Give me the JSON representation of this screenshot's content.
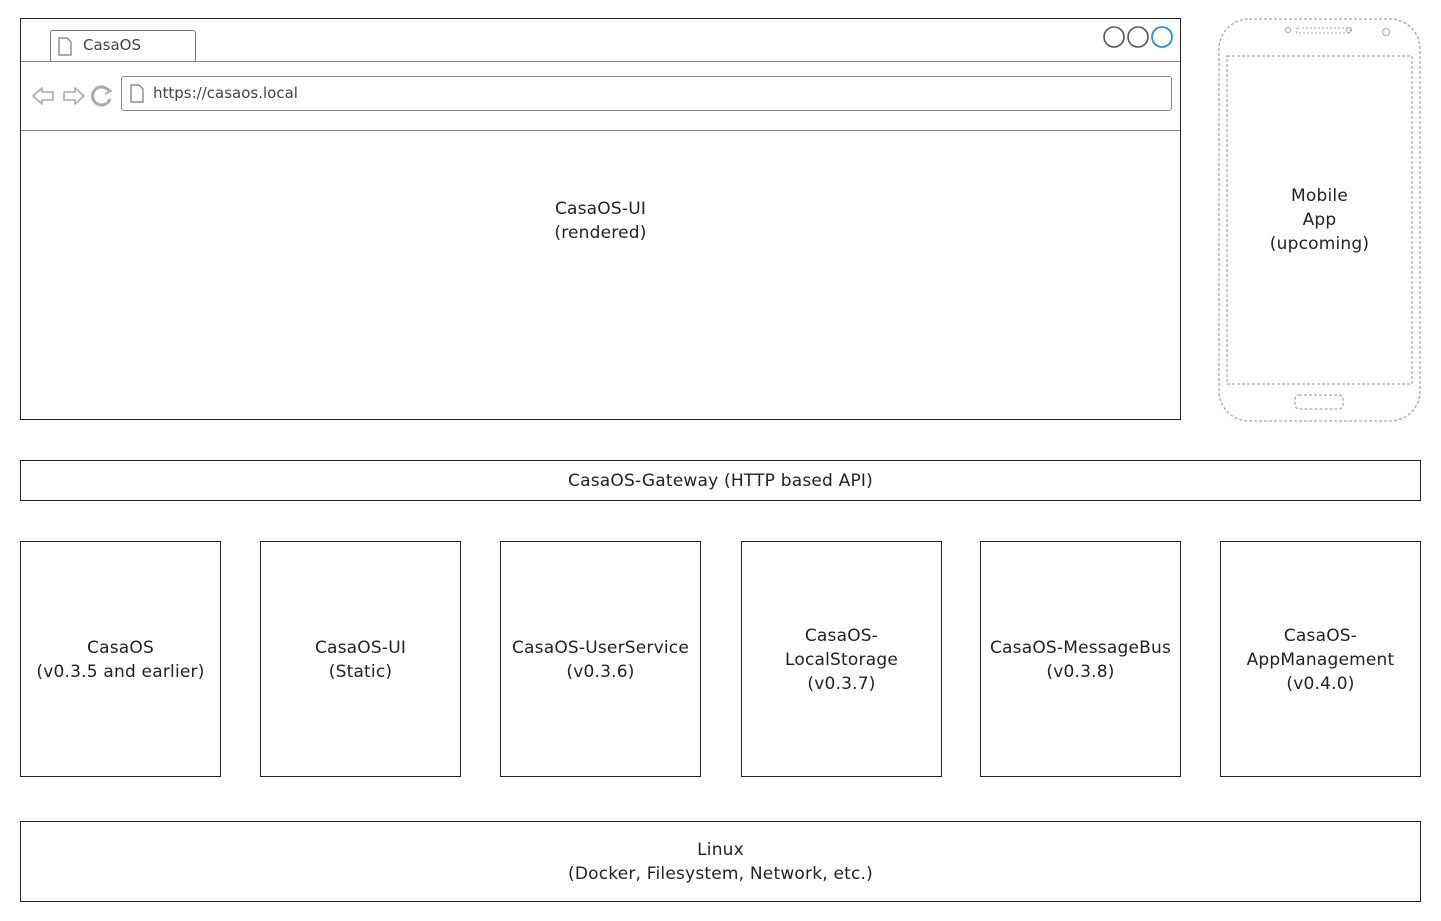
{
  "browser": {
    "tab_label": "CasaOS",
    "url": "https://casaos.local",
    "content_lines": [
      "CasaOS-UI",
      "(rendered)"
    ]
  },
  "mobile": {
    "lines": [
      "Mobile",
      "App",
      "(upcoming)"
    ]
  },
  "gateway": {
    "label": "CasaOS-Gateway (HTTP based API)"
  },
  "services": [
    {
      "lines": [
        "CasaOS",
        "(v0.3.5 and earlier)"
      ]
    },
    {
      "lines": [
        "CasaOS-UI",
        "(Static)"
      ]
    },
    {
      "lines": [
        "CasaOS-UserService",
        "(v0.3.6)"
      ]
    },
    {
      "lines": [
        "CasaOS-",
        "LocalStorage",
        "(v0.3.7)"
      ]
    },
    {
      "lines": [
        "CasaOS-MessageBus",
        "(v0.3.8)"
      ]
    },
    {
      "lines": [
        "CasaOS-",
        "AppManagement",
        "(v0.4.0)"
      ]
    }
  ],
  "linux": {
    "lines": [
      "Linux",
      "(Docker, Filesystem, Network, etc.)"
    ]
  },
  "icons": {
    "tab": "page-icon",
    "address": "page-icon",
    "back": "back-arrow-icon",
    "forward": "forward-arrow-icon",
    "reload": "reload-icon",
    "window_controls": "window-controls-icon"
  },
  "colors": {
    "stroke": "#222222",
    "window_control_active": "#1f8fe0",
    "phone_stroke": "#aaaaaa"
  }
}
